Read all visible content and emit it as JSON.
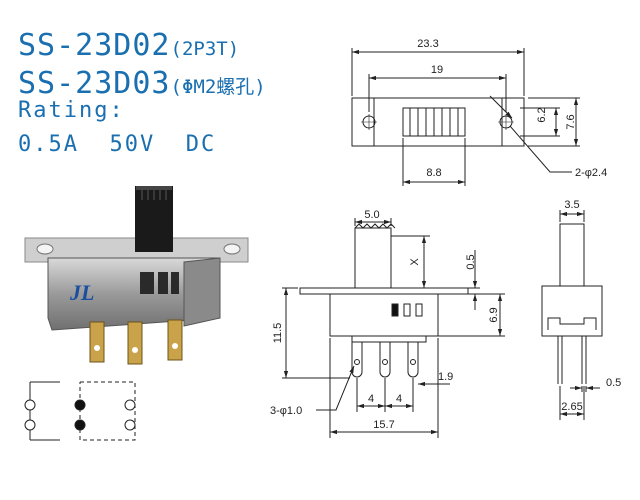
{
  "header": {
    "model_1": "SS-23D02",
    "model_1_note": "(2P3T)",
    "model_2": "SS-23D03",
    "model_2_note": "(ΦM2螺孔)",
    "rating_label": "Rating:",
    "rating_value": "0.5A  50V  DC"
  },
  "photo": {
    "logo": "JL"
  },
  "top_view": {
    "overall_width": "23.3",
    "hole_pitch": "19",
    "inner_height": "6.2",
    "outer_height": "7.6",
    "slider_width": "8.8",
    "holes": "2-φ2.4"
  },
  "front_view": {
    "actuator_width": "5.0",
    "stroke": "X",
    "plate_thick": "0.5",
    "body_height": "6.9",
    "total_height": "11.5",
    "pin_offset": "1.9",
    "pitch_1": "4",
    "pitch_2": "4",
    "pin_holes": "3-φ1.0",
    "body_length": "15.7"
  },
  "side_view": {
    "actuator_width": "3.5",
    "pin_width": "0.5",
    "pin_spacing": "2.65"
  }
}
